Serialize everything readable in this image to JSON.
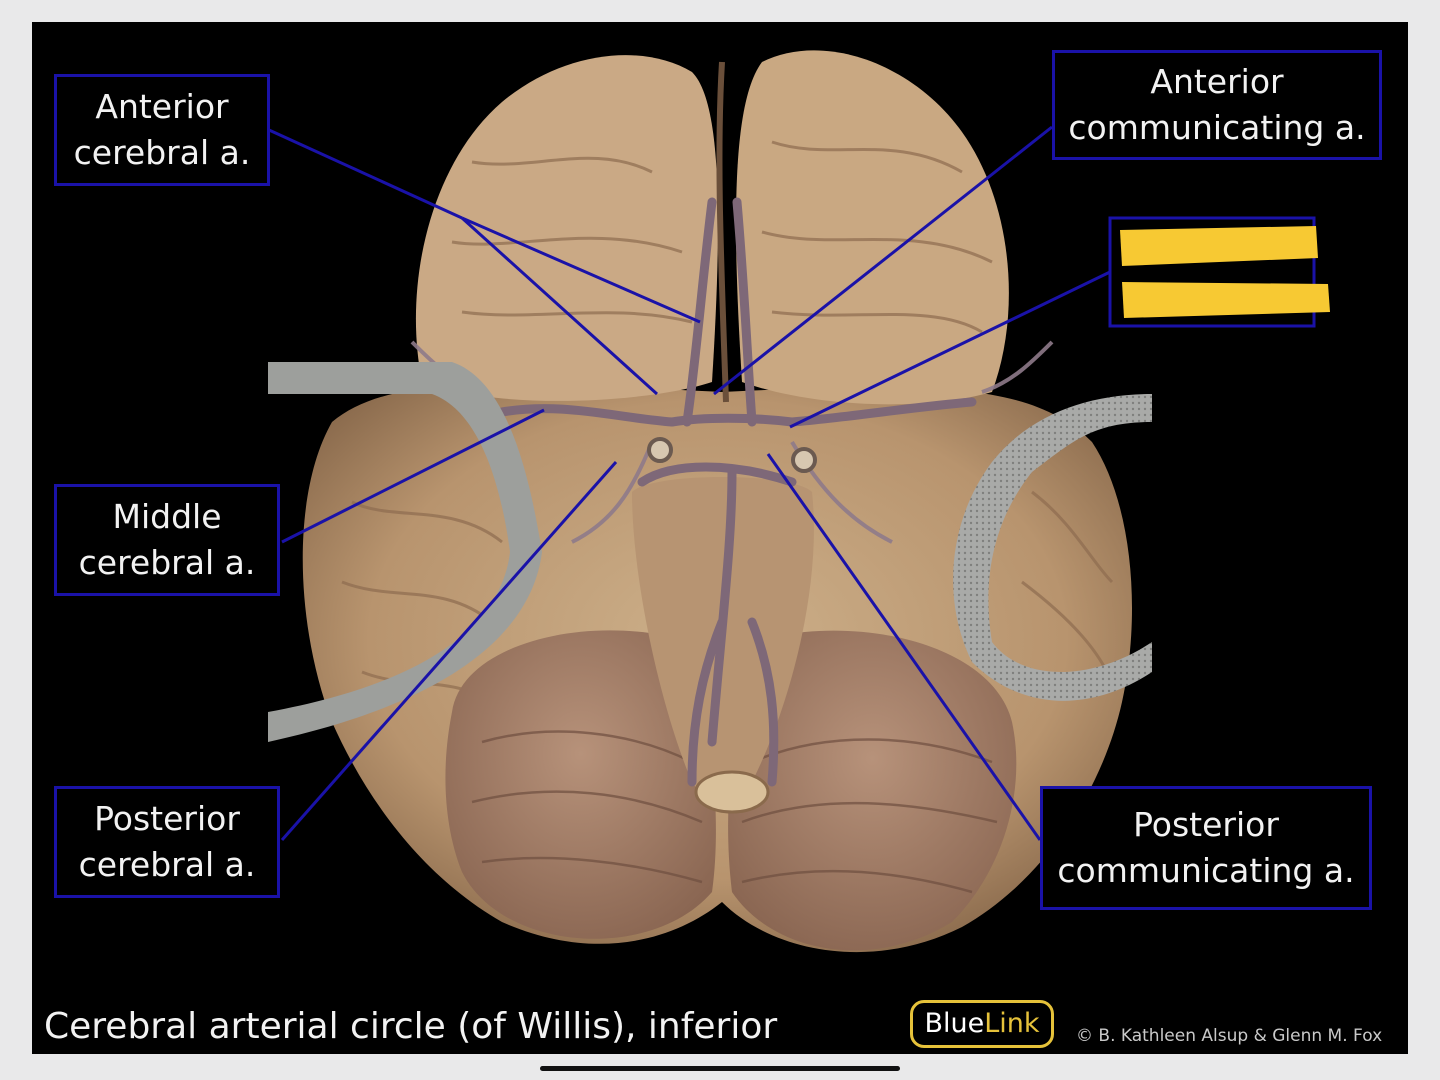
{
  "slide": {
    "caption": "Cerebral arterial circle (of Willis), inferior",
    "logo": {
      "part1": "Blue",
      "part2": "Link"
    },
    "copyright": "© B. Kathleen Alsup & Glenn M. Fox",
    "colors": {
      "background": "#000000",
      "label_border": "#1a12a8",
      "leader_line": "#1a12a8",
      "logo_accent": "#e6c23a",
      "highlighter": "#f7c933"
    }
  },
  "labels": {
    "anterior_cerebral": {
      "line1": "Anterior",
      "line2": "cerebral a."
    },
    "anterior_communicating": {
      "line1": "Anterior",
      "line2": "communicating a."
    },
    "middle_cerebral": {
      "line1": "Middle",
      "line2": "cerebral a."
    },
    "posterior_cerebral": {
      "line1": "Posterior",
      "line2": "cerebral a."
    },
    "posterior_communicating": {
      "line1": "Posterior",
      "line2": "communicating a."
    },
    "redacted": {
      "note": "label obscured by yellow highlighter marks"
    }
  }
}
